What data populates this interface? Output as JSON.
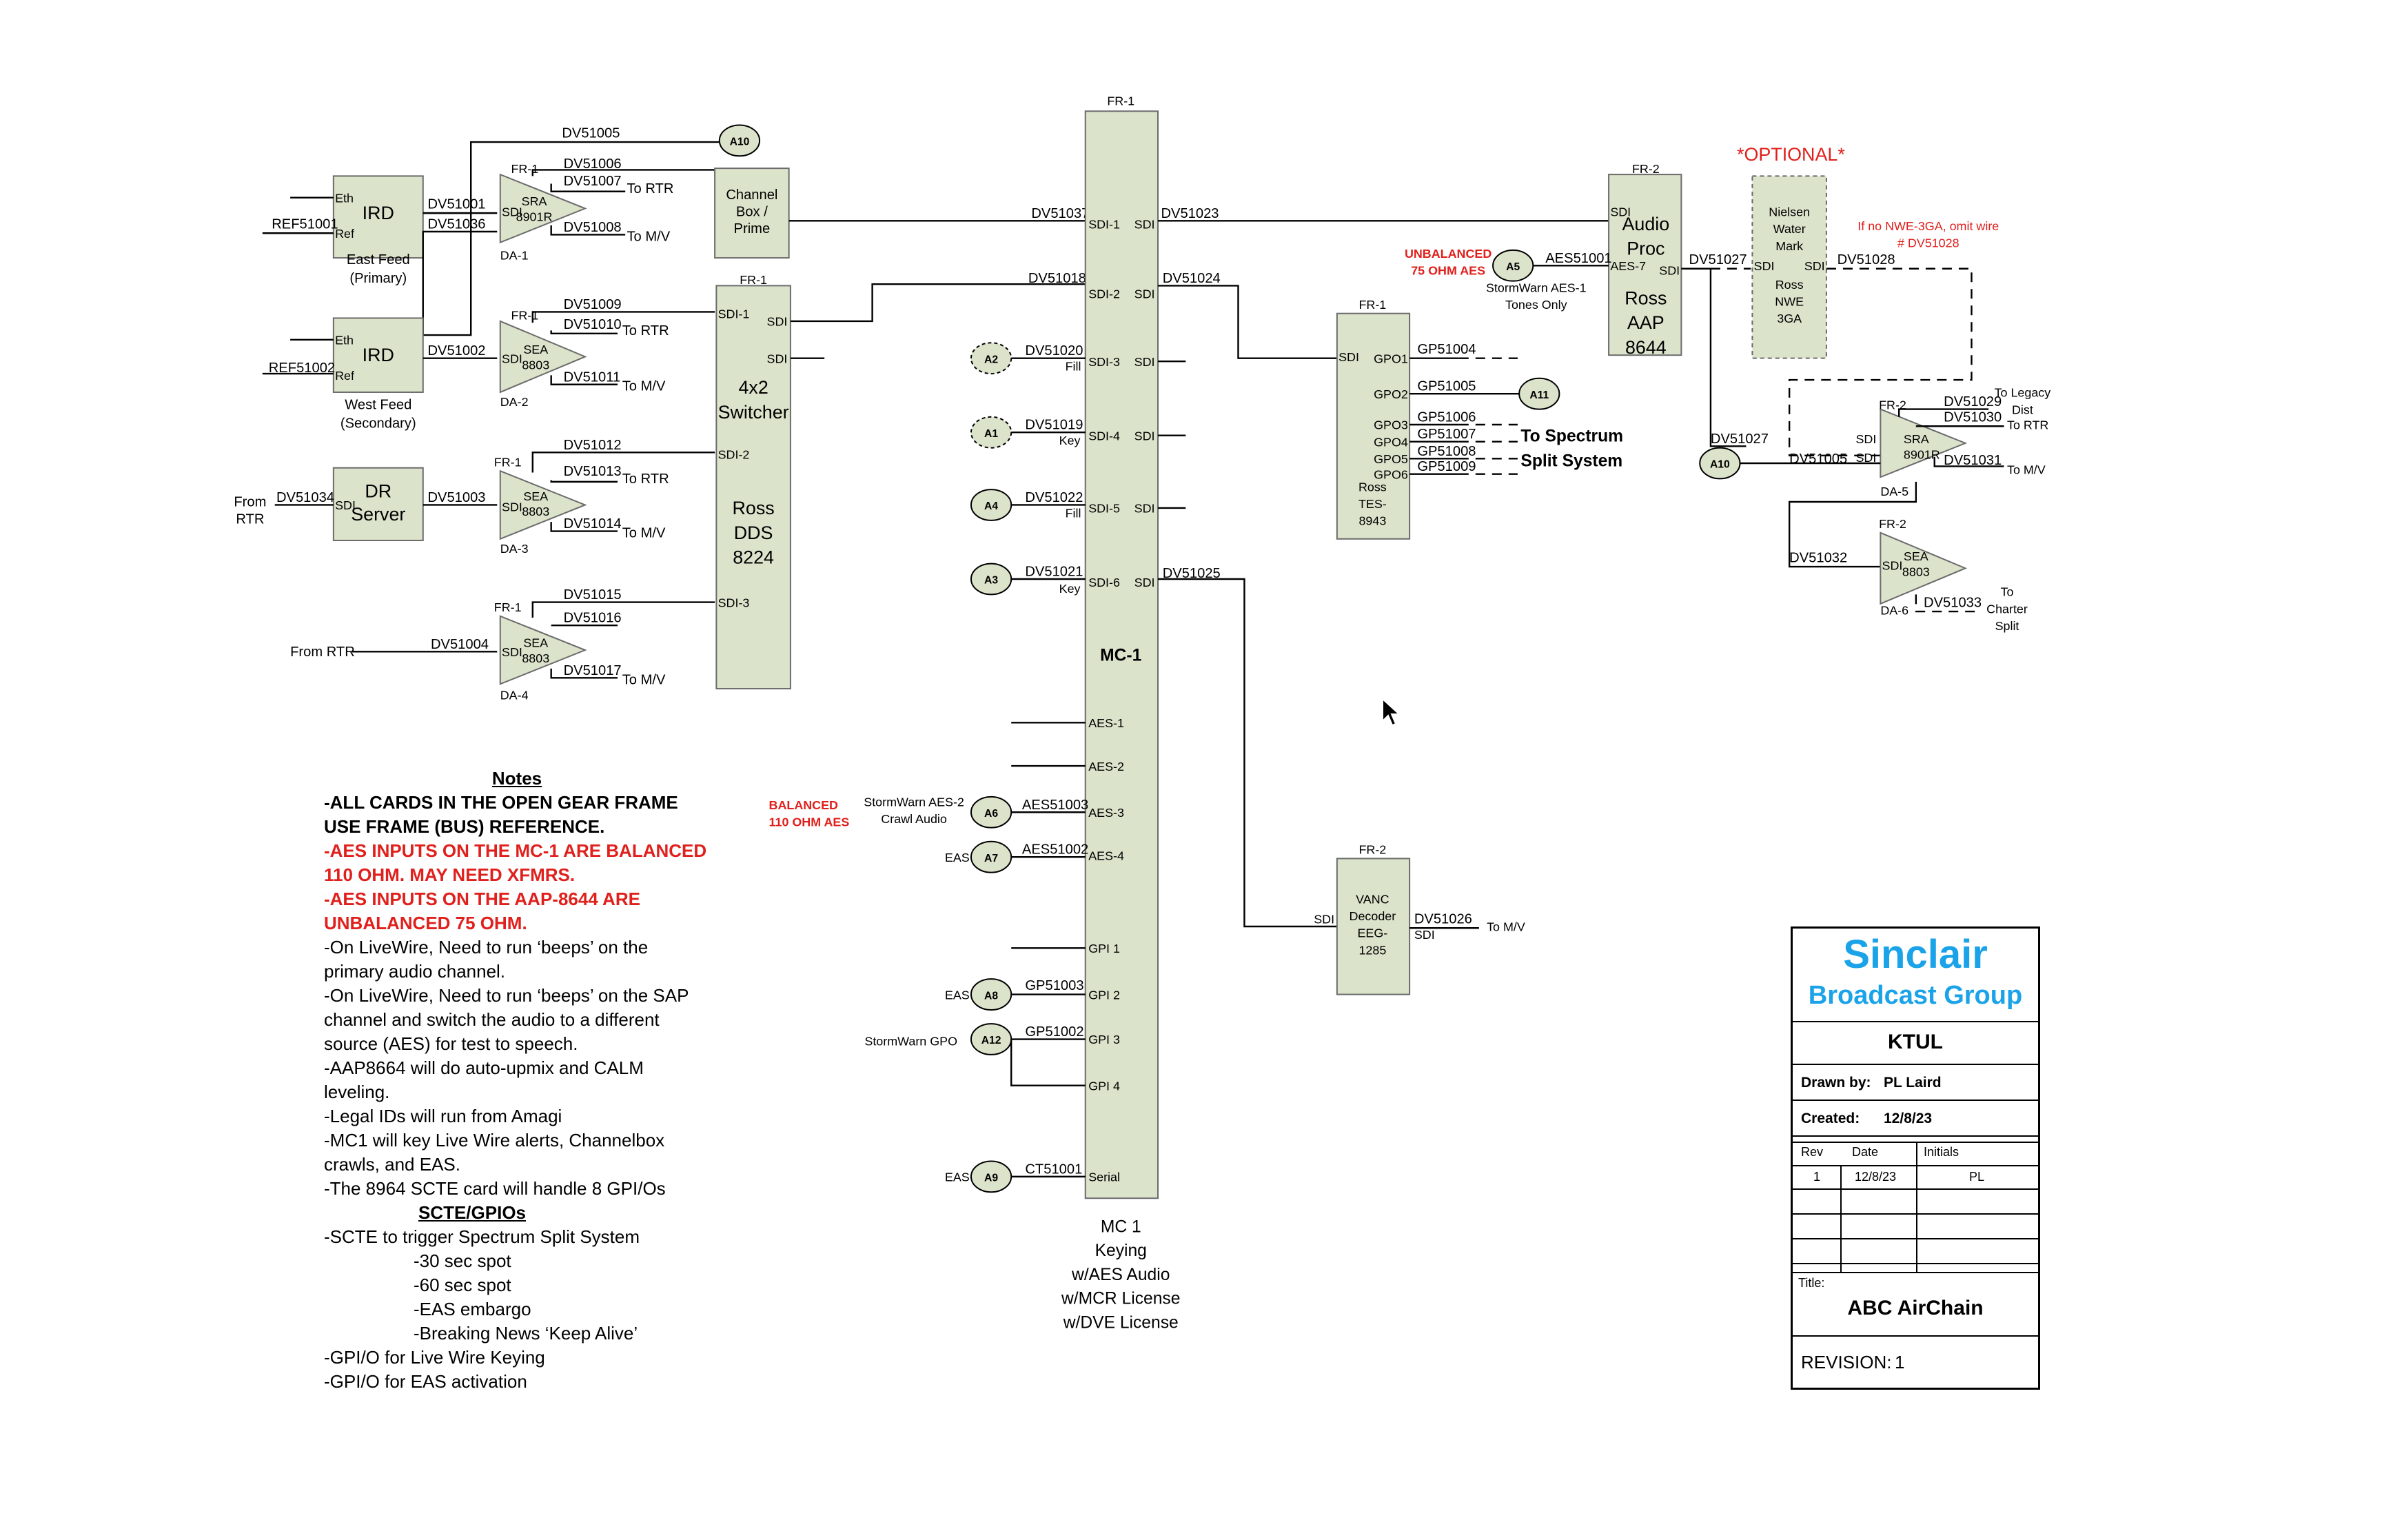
{
  "equipment": {
    "ird1": {
      "title": "IRD",
      "ports": [
        "Eth",
        "Ref"
      ],
      "caption": [
        "East Feed",
        "(Primary)"
      ]
    },
    "ird2": {
      "title": "IRD",
      "ports": [
        "Eth",
        "Ref"
      ],
      "caption": [
        "West Feed",
        "(Secondary)"
      ]
    },
    "dr_server": {
      "title": [
        "DR",
        "Server"
      ],
      "port": "SDI"
    },
    "channel_box": {
      "title": [
        "Channel",
        "Box /",
        "Prime"
      ]
    },
    "switcher": {
      "frame": "FR-1",
      "title": [
        "4x2",
        "Switcher"
      ],
      "model": [
        "Ross",
        "DDS",
        "8224"
      ],
      "inputs": [
        "SDI-1",
        "SDI-2",
        "SDI-3"
      ],
      "outputs": [
        "SDI",
        "SDI"
      ]
    },
    "mc1": {
      "frame": "FR-1",
      "title": "MC-1",
      "inputs": [
        "SDI-1",
        "SDI-2",
        "SDI-3",
        "SDI-4",
        "SDI-5",
        "SDI-6"
      ],
      "outputs": [
        "SDI",
        "SDI",
        "SDI",
        "SDI",
        "SDI",
        "SDI"
      ],
      "aes": [
        "AES-1",
        "AES-2",
        "AES-3",
        "AES-4"
      ],
      "gpi": [
        "GPI 1",
        "GPI 2",
        "GPI 3",
        "GPI 4"
      ],
      "serial": "Serial",
      "caption": [
        "MC 1",
        "Keying",
        "w/AES Audio",
        "w/MCR License",
        "w/DVE License"
      ]
    },
    "ross_tes": {
      "frame": "FR-1",
      "input": "SDI",
      "gpo": [
        "GPO1",
        "GPO2",
        "GPO3",
        "GPO4",
        "GPO5",
        "GPO6"
      ],
      "model": [
        "Ross",
        "TES-",
        "8943"
      ]
    },
    "audio_proc": {
      "frame": "FR-2",
      "title": [
        "Audio",
        "Proc"
      ],
      "model": [
        "Ross",
        "AAP",
        "8644"
      ],
      "ports": [
        "SDI",
        "AES-7",
        "SDI"
      ]
    },
    "vanc": {
      "frame": "FR-2",
      "title": [
        "VANC",
        "Decoder",
        "EEG-",
        "1285"
      ],
      "ports": [
        "SDI",
        "SDI"
      ]
    },
    "nielsen": {
      "title": [
        "Nielsen",
        "Water",
        "Mark"
      ],
      "model": [
        "Ross",
        "NWE",
        "3GA"
      ],
      "ports": [
        "SDI",
        "SDI"
      ]
    }
  },
  "distribution_amps": [
    {
      "id": "DA-1",
      "frame": "FR-1",
      "model": [
        "SRA",
        "8901R"
      ],
      "port": "SDI"
    },
    {
      "id": "DA-2",
      "frame": "FR-1",
      "model": [
        "SEA",
        "8803"
      ],
      "port": "SDI"
    },
    {
      "id": "DA-3",
      "frame": "FR-1",
      "model": [
        "SEA",
        "8803"
      ],
      "port": "SDI"
    },
    {
      "id": "DA-4",
      "frame": "FR-1",
      "model": [
        "SEA",
        "8803"
      ],
      "port": "SDI"
    },
    {
      "id": "DA-5",
      "frame": "FR-2",
      "model": [
        "SRA",
        "8901R"
      ],
      "port": "SDI"
    },
    {
      "id": "DA-6",
      "frame": "FR-2",
      "model": [
        "SEA",
        "8803"
      ],
      "port": "SDI"
    }
  ],
  "cables": {
    "top": [
      "DV51005",
      "DV51006",
      "DV51007",
      "DV51008",
      "DV51001",
      "DV51036",
      "REF51001",
      "DV51037",
      "DV51023"
    ],
    "mid": [
      "DV51009",
      "DV51010",
      "DV51011",
      "DV51002",
      "REF51002",
      "DV51018",
      "DV51024",
      "GP51004",
      "GP51005",
      "GP51006",
      "GP51007",
      "GP51008",
      "GP51009"
    ],
    "da3": [
      "DV51034",
      "DV51003",
      "DV51012",
      "DV51013",
      "DV51014"
    ],
    "da4": [
      "DV51004",
      "DV51015",
      "DV51016",
      "DV51017"
    ],
    "mc_inputs": [
      "DV51020",
      "DV51019",
      "DV51022",
      "DV51021",
      "DV51025"
    ],
    "audio": [
      "AES51003",
      "AES51002",
      "GP51003",
      "GP51002",
      "CT51001",
      "DV51026",
      "AES51001"
    ],
    "right": [
      "DV51027",
      "DV51028",
      "DV51027",
      "DV51005",
      "DV51029",
      "DV51030",
      "DV51031",
      "DV51032",
      "DV51033"
    ]
  },
  "signal_labels": {
    "to_rtr": "To RTR",
    "to_mv": "To M/V",
    "from_rtr": [
      "From",
      "RTR"
    ],
    "from_rtr_inline": "From RTR",
    "fill": "Fill",
    "key": "Key",
    "to_legacy": [
      "To Legacy",
      "Dist"
    ],
    "to_charter": [
      "To",
      "Charter",
      "Split"
    ],
    "spectrum": [
      "To Spectrum",
      "Split System"
    ],
    "stormwarn_aes1": [
      "StormWarn AES-1",
      "Tones Only"
    ],
    "stormwarn_aes2": [
      "StormWarn AES-2",
      "Crawl Audio"
    ],
    "eas": "EAS",
    "stormwarn_gpo": "StormWarn GPO",
    "optional": "*OPTIONAL*",
    "no_nwe": [
      "If no NWE-3GA, omit wire",
      "# DV51028"
    ],
    "unbalanced": [
      "UNBALANCED",
      "75 OHM AES"
    ],
    "balanced": [
      "BALANCED",
      "110 OHM AES"
    ]
  },
  "tie_points": [
    "A10",
    "A2",
    "A1",
    "A4",
    "A3",
    "A6",
    "A7",
    "A8",
    "A12",
    "A9",
    "A5",
    "A11",
    "A10"
  ],
  "notes": {
    "heading": "Notes",
    "items": [
      {
        "text": "-ALL CARDS IN THE OPEN GEAR FRAME USE FRAME (BUS) REFERENCE.",
        "style": "bold"
      },
      {
        "text": "-AES INPUTS ON THE MC-1 ARE BALANCED 110 OHM.  MAY NEED XFMRS.",
        "style": "red"
      },
      {
        "text": "-AES INPUTS ON THE AAP-8644 ARE UNBALANCED 75 OHM.",
        "style": "red"
      },
      {
        "text": "-On LiveWire, Need to run ‘beeps’ on the primary audio channel.",
        "style": "normal"
      },
      {
        "text": "-On LiveWire, Need to run ‘beeps’ on the SAP channel and switch the audio to a different source (AES) for test to speech.",
        "style": "normal"
      },
      {
        "text": "-AAP8664 will do auto-upmix and CALM leveling.",
        "style": "normal"
      },
      {
        "text": "-Legal IDs will run from Amagi",
        "style": "normal"
      },
      {
        "text": "-MC1 will key Live Wire alerts, Channelbox crawls, and EAS.",
        "style": "normal"
      },
      {
        "text": "-The 8964 SCTE card will handle 8 GPI/Os",
        "style": "normal"
      }
    ],
    "scte_heading": "SCTE/GPIOs",
    "scte_items": [
      {
        "text": "-SCTE to trigger Spectrum Split System",
        "indent": false
      },
      {
        "text": "-30 sec spot",
        "indent": true
      },
      {
        "text": "-60 sec spot",
        "indent": true
      },
      {
        "text": "-EAS embargo",
        "indent": true
      },
      {
        "text": "-Breaking News ‘Keep Alive’",
        "indent": true
      },
      {
        "text": "-GPI/O for Live Wire Keying",
        "indent": false
      },
      {
        "text": "-GPI/O for EAS activation",
        "indent": false
      }
    ]
  },
  "title_block": {
    "company_line1": "Sinclair",
    "company_line2": "Broadcast Group",
    "station": "KTUL",
    "drawn_by_label": "Drawn by:",
    "drawn_by": "PL Laird",
    "created_label": "Created:",
    "created": "12/8/23",
    "rev_headers": [
      "Rev",
      "Date",
      "Initials"
    ],
    "rev_rows": [
      [
        "1",
        "12/8/23",
        "PL"
      ]
    ],
    "title_label": "Title:",
    "title": "ABC AirChain",
    "revision_label": "REVISION:",
    "revision": "1"
  },
  "colors": {
    "box_fill": "#dce3cb",
    "box_stroke": "#6b6b6b",
    "line": "#000000",
    "warning_red": "#e0201c",
    "brand_blue": "#1aa3e8",
    "tie_fill": "#dce3cb"
  }
}
